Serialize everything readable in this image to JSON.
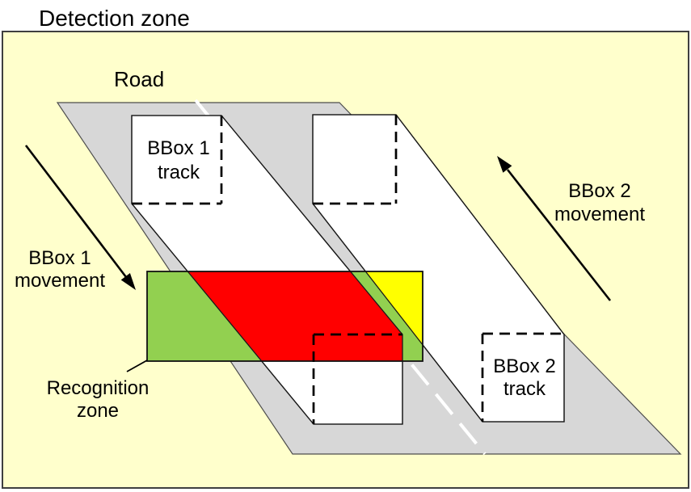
{
  "title": "Detection zone",
  "labels": {
    "road": "Road",
    "bbox1_track": [
      "BBox 1",
      "track"
    ],
    "bbox2_track": [
      "BBox 2",
      "track"
    ],
    "bbox1_movement": [
      "BBox 1",
      "movement"
    ],
    "bbox2_movement": [
      "BBox 2",
      "movement"
    ],
    "recognition_zone": [
      "Recognition",
      "zone"
    ]
  },
  "colors": {
    "detection_zone_fill": "#FFFFCC",
    "road_fill": "#D7D7D7",
    "track_fill": "#FFFFFF",
    "recognition_zone_fill": "#92D050",
    "bbox1_overlap_fill": "#FF0000",
    "bbox2_overlap_fill": "#FFFF00",
    "lane_marking": "#FFFFFF",
    "outline": "#000000"
  }
}
